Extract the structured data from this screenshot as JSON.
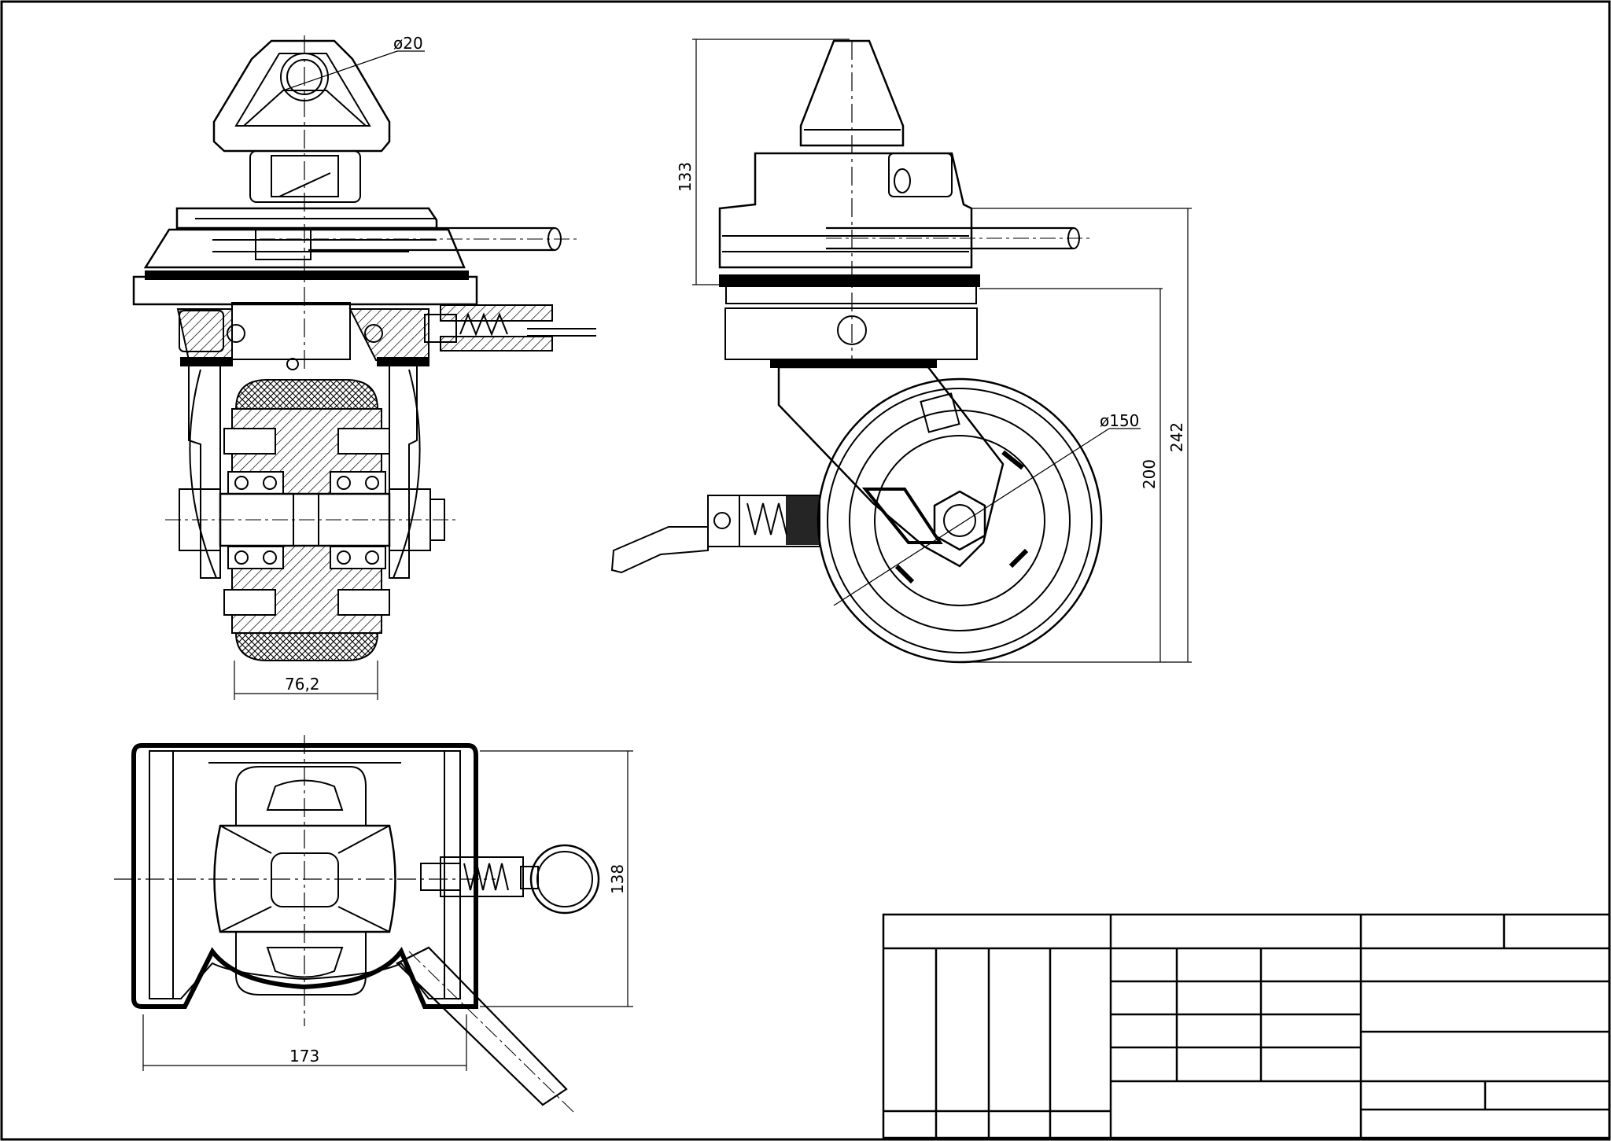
{
  "dimensions": {
    "pin_dia": "ø20",
    "wheel_dia": "ø150",
    "height_head": "133",
    "height_mount": "200",
    "height_total": "242",
    "wheel_width": "76,2",
    "base_length": "173",
    "base_width": "138"
  }
}
